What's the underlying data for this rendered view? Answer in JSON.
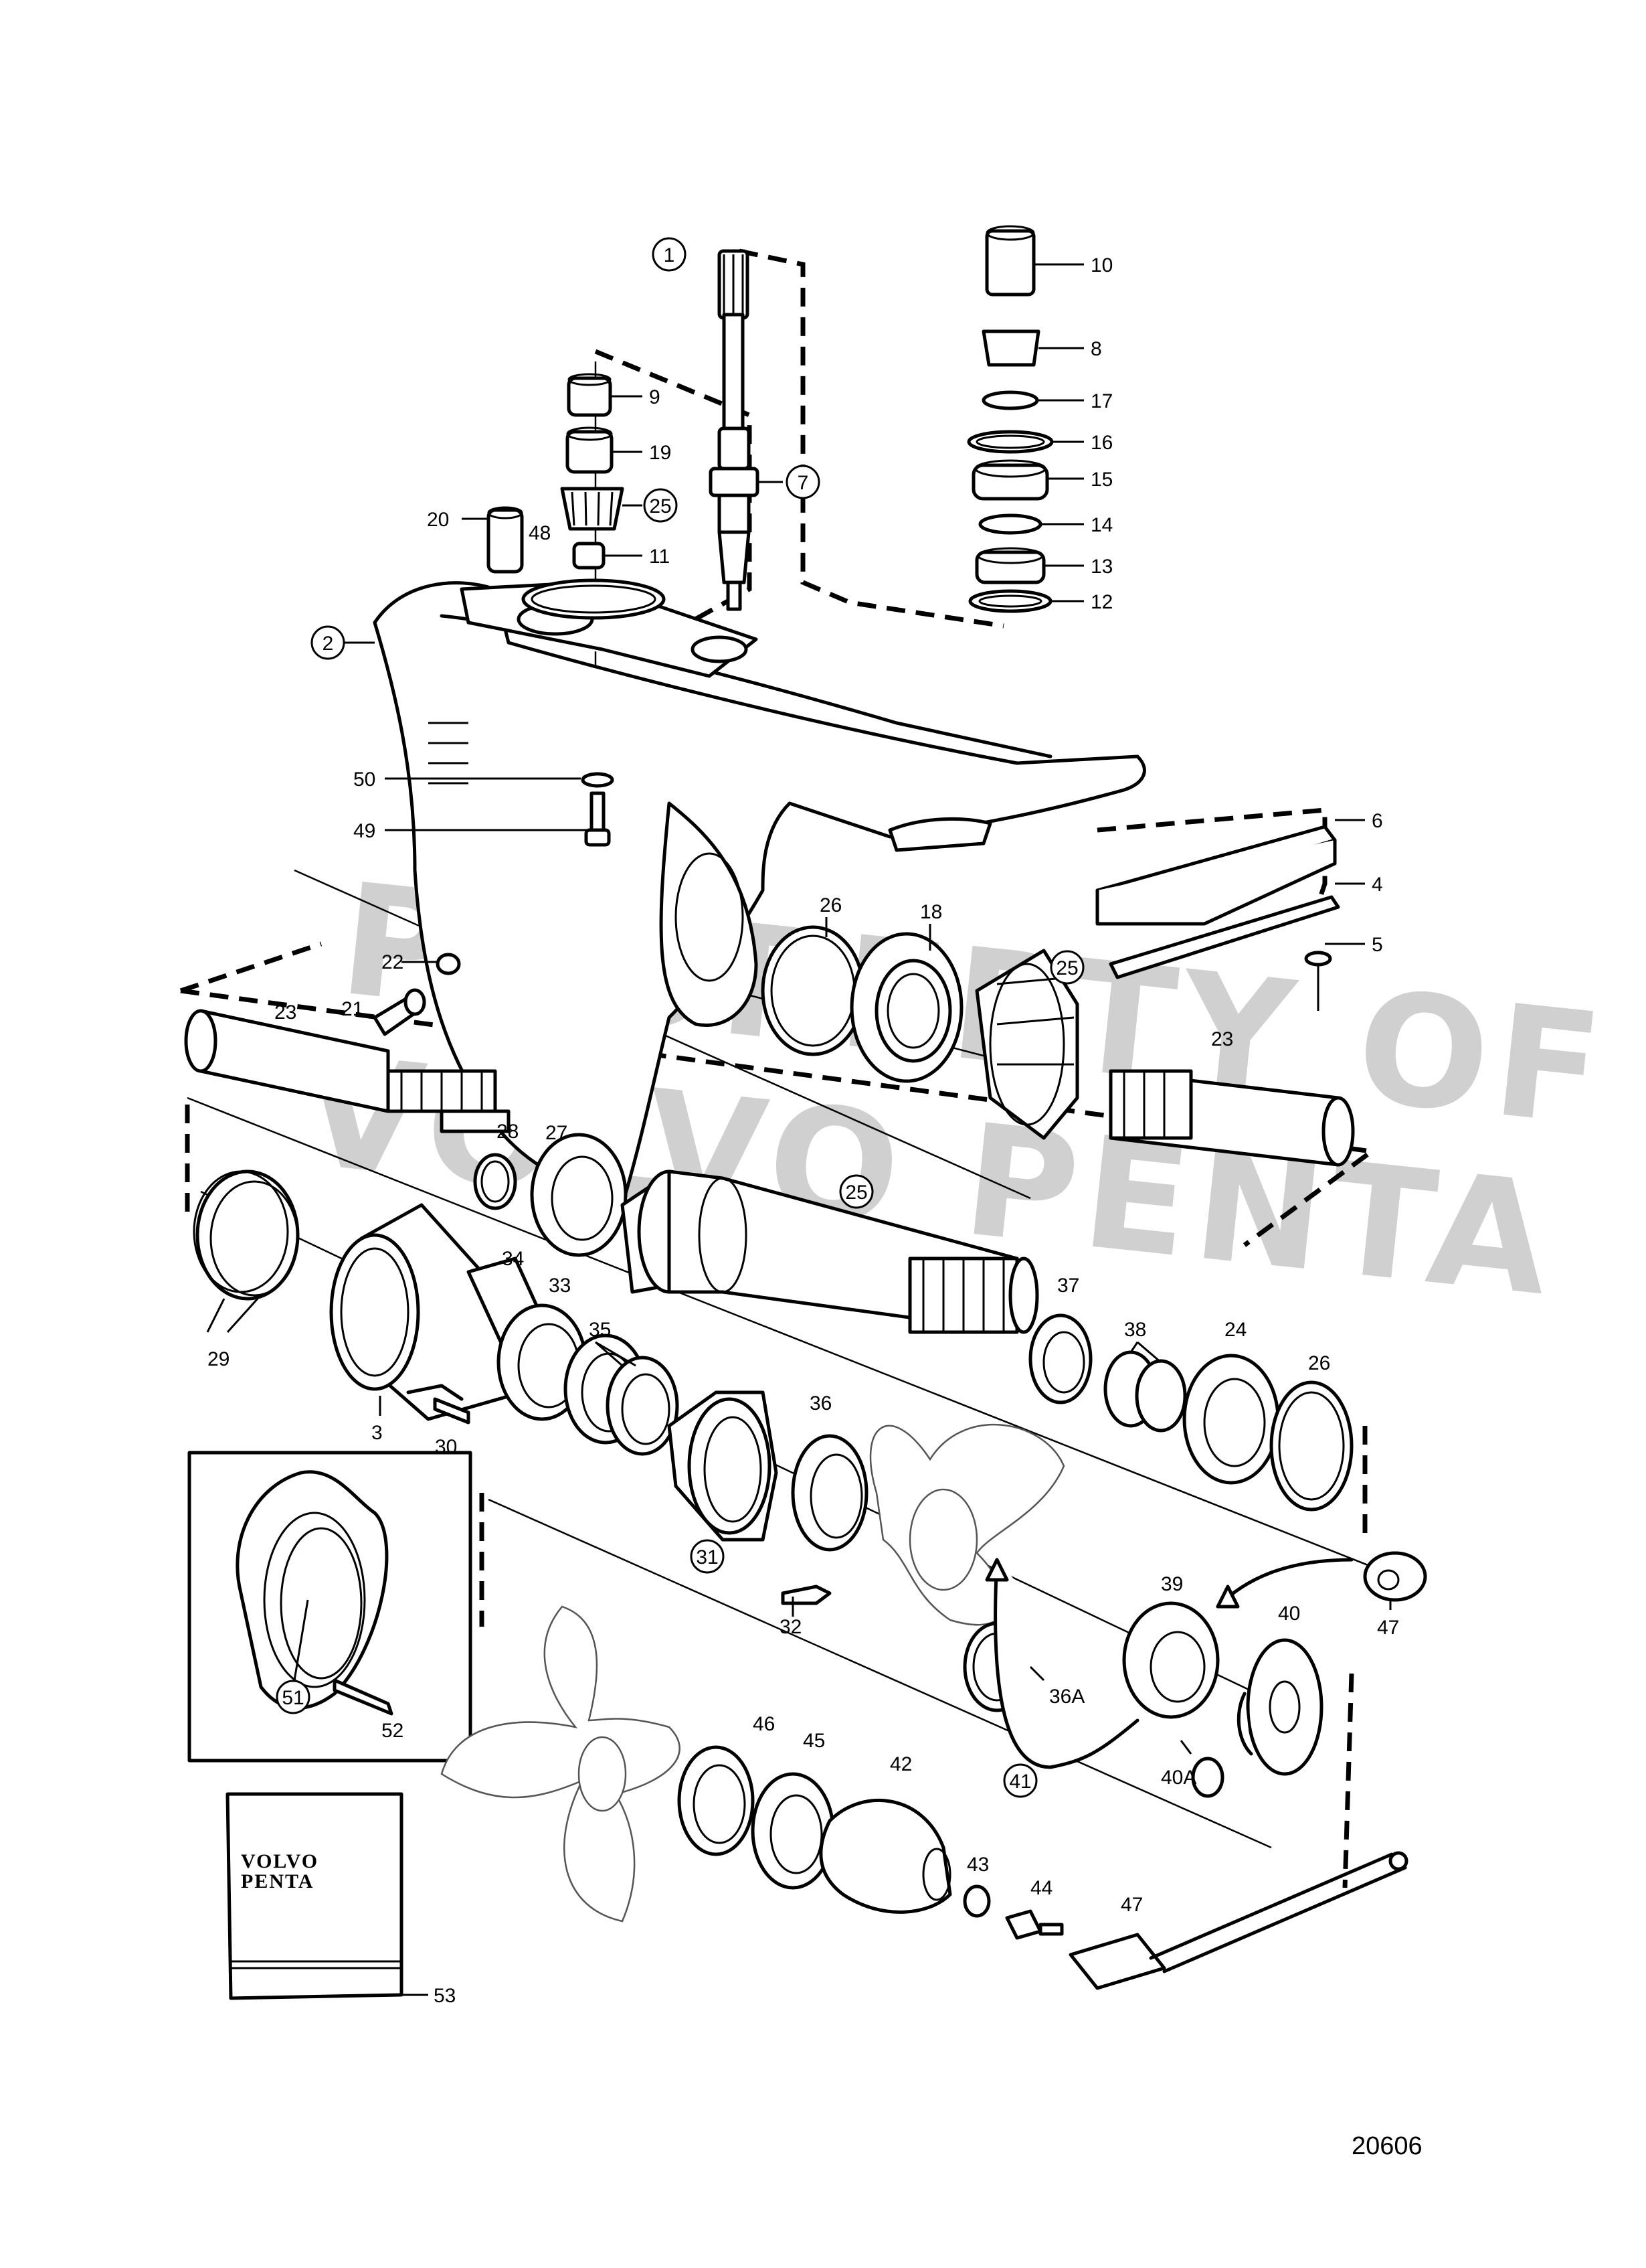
{
  "watermark": {
    "line1": "PROPERTY OF",
    "line2": "VOLVO PENTA"
  },
  "drawing_number": "20606",
  "kit_bag": {
    "brand_line1": "VOLVO",
    "brand_line2": "PENTA"
  },
  "callouts": {
    "c1": "1",
    "c2": "2",
    "c3": "3",
    "c4": "4",
    "c5": "5",
    "c6": "6",
    "c7": "7",
    "c8": "8",
    "c9": "9",
    "c10": "10",
    "c11": "11",
    "c12": "12",
    "c13": "13",
    "c14": "14",
    "c15": "15",
    "c16": "16",
    "c17": "17",
    "c18": "18",
    "c19": "19",
    "c20": "20",
    "c21": "21",
    "c22": "22",
    "c23a": "23",
    "c23b": "23",
    "c24": "24",
    "c25a": "25",
    "c25b": "25",
    "c25c": "25",
    "c26a": "26",
    "c26b": "26",
    "c27": "27",
    "c28": "28",
    "c29": "29",
    "c30": "30",
    "c31": "31",
    "c32": "32",
    "c33": "33",
    "c34": "34",
    "c35": "35",
    "c36": "36",
    "c36a": "36A",
    "c37": "37",
    "c38": "38",
    "c39": "39",
    "c40": "40",
    "c40a": "40A",
    "c41": "41",
    "c42": "42",
    "c43": "43",
    "c44": "44",
    "c45": "45",
    "c46": "46",
    "c47a": "47",
    "c47b": "47",
    "c48": "48",
    "c49": "49",
    "c50": "50",
    "c51": "51",
    "c52": "52",
    "c53": "53"
  }
}
